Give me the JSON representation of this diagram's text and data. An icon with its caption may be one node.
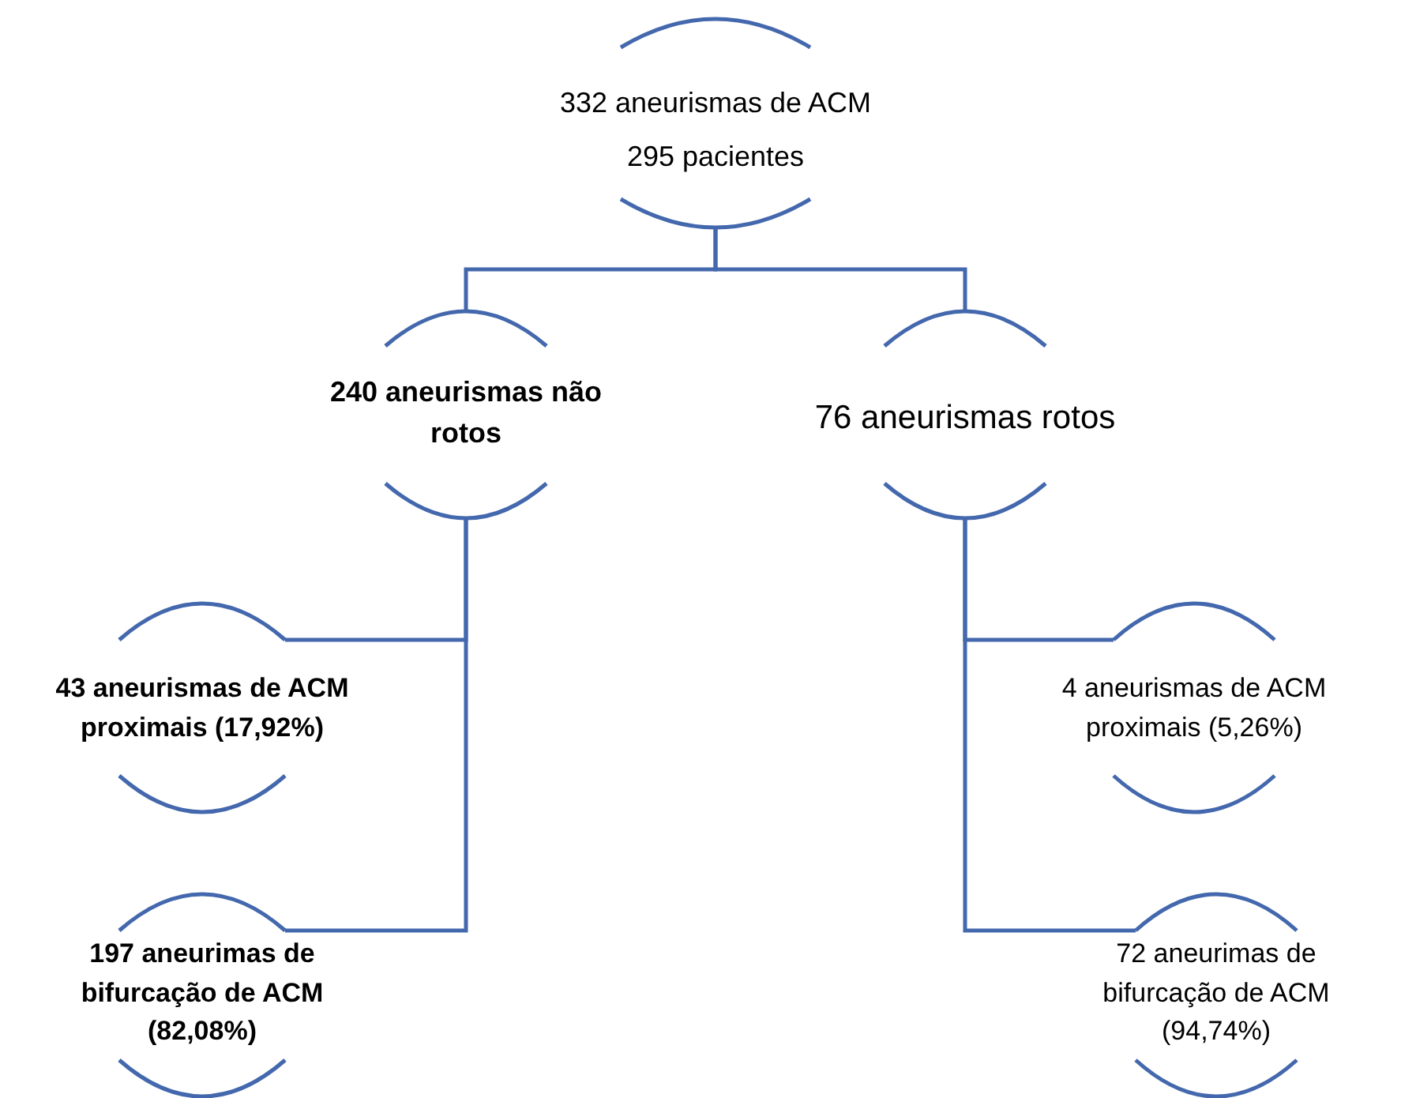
{
  "diagram": {
    "nodes": [
      {
        "text": [
          "332 aneurismas de ACM",
          "295 pacientes"
        ]
      },
      {
        "text": [
          "240 aneurismas não rotos"
        ]
      },
      {
        "text": [
          "76 aneurismas rotos"
        ]
      },
      {
        "text": [
          "43 aneurismas de ACM proximais (17,92%)"
        ]
      },
      {
        "text": [
          "4 aneurismas de ACM proximais (5,26%)"
        ]
      },
      {
        "text": [
          "197 aneurimas de bifurcação de ACM (82,08%)"
        ]
      },
      {
        "text": [
          "72 aneurimas de bifurcação de ACM (94,74%)"
        ]
      }
    ],
    "edges": [
      {
        "from": 0,
        "to": 1,
        "arrow": "none"
      },
      {
        "from": 0,
        "to": 2,
        "arrow": "none"
      },
      {
        "from": 1,
        "to": 3,
        "arrow": "none"
      },
      {
        "from": 1,
        "to": 5,
        "arrow": "none"
      },
      {
        "from": 2,
        "to": 4,
        "arrow": "none"
      },
      {
        "from": 2,
        "to": 6,
        "arrow": "none"
      }
    ]
  }
}
